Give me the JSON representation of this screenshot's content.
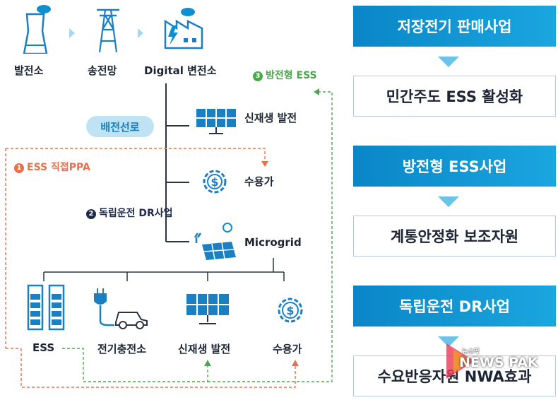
{
  "top_row": {
    "plant_label": "발전소",
    "transmission_label": "송전망",
    "substation_label": "Digital 변전소"
  },
  "distribution_line_label": "배전선로",
  "branches": {
    "renewable_label": "신재생 발전",
    "consumer_label": "수용가",
    "microgrid_label": "Microgrid"
  },
  "tags": {
    "direct_ppa": {
      "num": "1",
      "label": "ESS 직접PPA",
      "color": "#e8704a"
    },
    "independent_dr": {
      "num": "2",
      "label": "독립운전 DR사업",
      "color": "#1d2a4a"
    },
    "grid_ess": {
      "num": "3",
      "label": "방전형 ESS",
      "color": "#4aa84a"
    }
  },
  "bottom_row": {
    "ess_label": "ESS",
    "ev_charging_label": "전기충전소",
    "renewable_label": "신재생 발전",
    "consumer_label": "수용가"
  },
  "right_panel": {
    "items": [
      {
        "title": "저장전기 판매사업",
        "desc": "민간주도 ESS 활성화"
      },
      {
        "title": "방전형 ESS사업",
        "desc": "계통안정화 보조자원"
      },
      {
        "title": "독립운전 DR사업",
        "desc": "수요반응자원 NWA효과"
      }
    ]
  },
  "watermark": {
    "small": "뉴스팍",
    "big": "NEWS PAK"
  },
  "colors": {
    "accent_blue": "#0f8fd0",
    "orange": "#e8704a",
    "green": "#4aa84a",
    "icon_blue": "#1b7fc4"
  }
}
